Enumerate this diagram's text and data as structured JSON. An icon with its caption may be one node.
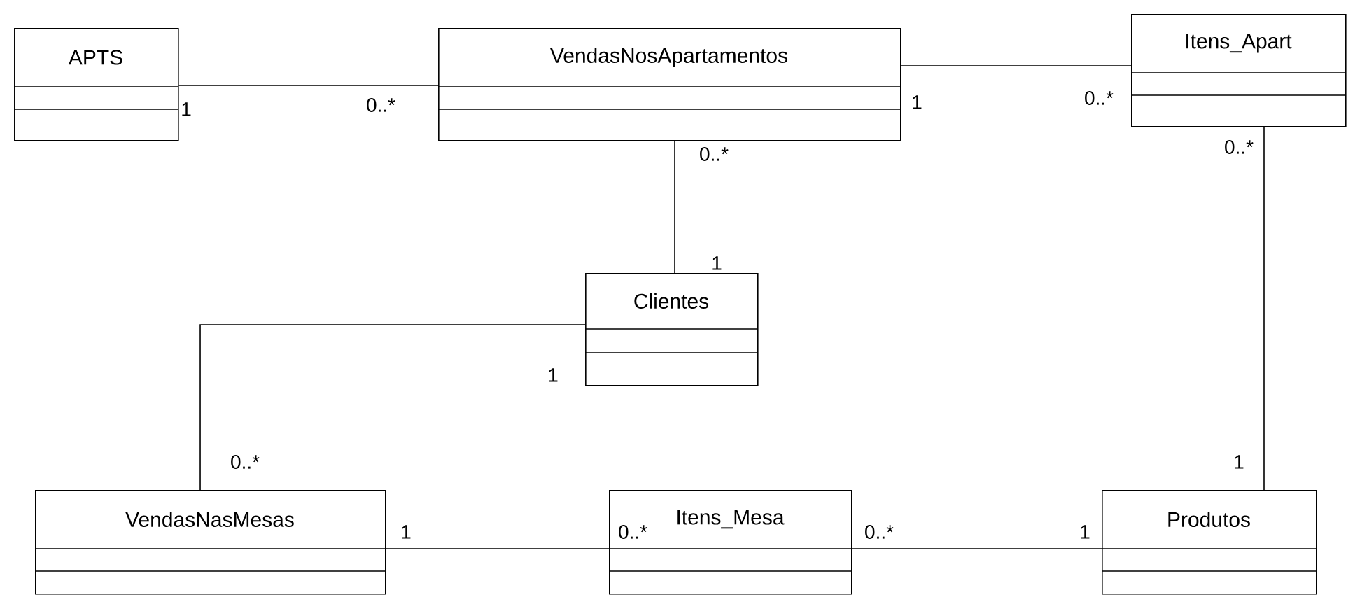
{
  "diagram": {
    "nodes": [
      {
        "text": [
          "APTS"
        ]
      },
      {
        "text": [
          "VendasNosApartamentos"
        ]
      },
      {
        "text": [
          "Itens_Apart"
        ]
      },
      {
        "text": [
          "Clientes"
        ]
      },
      {
        "text": [
          "VendasNasMesas"
        ]
      },
      {
        "text": [
          "Itens_Mesa"
        ]
      },
      {
        "text": [
          "Produtos"
        ]
      }
    ],
    "edges": [
      {
        "from": 0,
        "to": 1,
        "arrow": "none"
      },
      {
        "from": 1,
        "to": 2,
        "arrow": "none"
      },
      {
        "from": 1,
        "to": 3,
        "arrow": "none"
      },
      {
        "from": 2,
        "to": 6,
        "arrow": "none"
      },
      {
        "from": 3,
        "to": 4,
        "arrow": "none"
      },
      {
        "from": 4,
        "to": 5,
        "arrow": "none"
      },
      {
        "from": 5,
        "to": 6,
        "arrow": "none"
      }
    ],
    "labels": [
      "1",
      "0..*",
      "1",
      "0..*",
      "0..*",
      "0..*",
      "1",
      "1",
      "0..*",
      "1",
      "1",
      "0..*",
      "0..*",
      "1"
    ]
  }
}
